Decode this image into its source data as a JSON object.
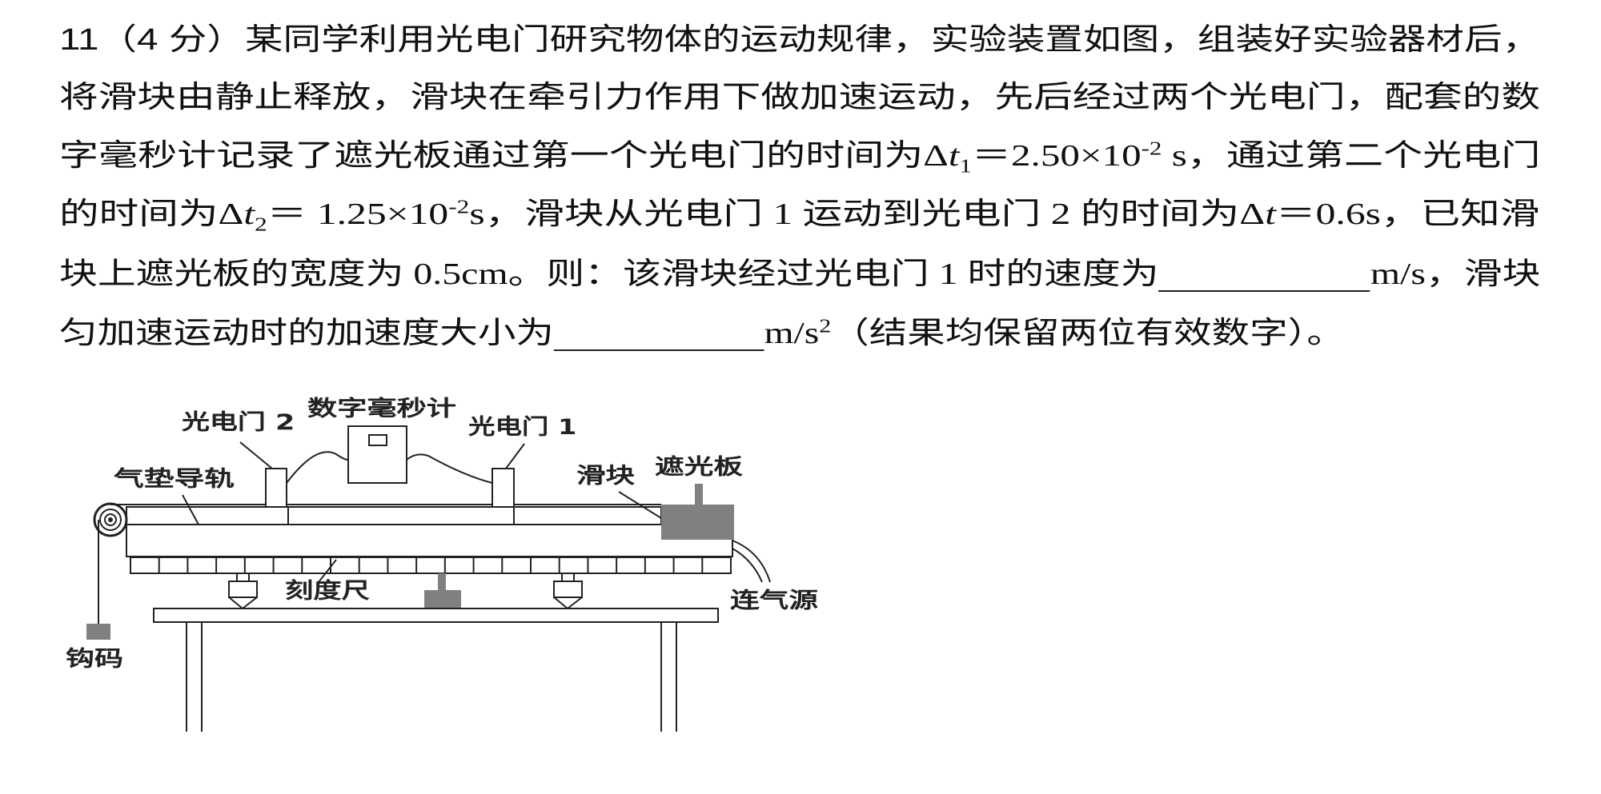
{
  "question": {
    "number": "11（4 分）",
    "line1": "某同学利用光电门研究物体的运动规律，实验装置如图，组装好实验器材后，",
    "line2": "将滑块由静止释放，滑块在牵引力作用下做加速运动，先后经过两个光电门，配套的数",
    "line3": {
      "a": "字毫秒计记录了遮光板通过第一个光电门的时间为Δ",
      "t": "t",
      "sub": "1",
      "b": "＝2.50×10",
      "sup": "-2",
      "c": " s，通过第二个光电门"
    },
    "line4": {
      "a": "的时间为Δ",
      "t": "t",
      "sub": "2",
      "b": "＝  1.25×10",
      "sup": "-2",
      "c": "s，滑块从光电门 1 运动到光电门 2 的时间为Δ",
      "t2": "t",
      "d": "＝0.6s，已知滑"
    },
    "line5": {
      "a": "块上遮光板的宽度为 0.5cm。则：该滑块经过光电门 1 时的速度为",
      "b": "m/s，滑块"
    },
    "line6": {
      "a": "匀加速运动时的加速度大小为",
      "b": "m/s",
      "sup": "2",
      "c": "（结果均保留两位有效数字）。"
    }
  },
  "diagram": {
    "labels": {
      "gate2": "光电门 2",
      "timer": "数字毫秒计",
      "gate1": "光电门 1",
      "rail": "气垫导轨",
      "slider": "滑块",
      "shade": "遮光板",
      "ruler": "刻度尺",
      "air": "连气源",
      "weight": "钩码"
    },
    "colors": {
      "dark_fill": "#808080",
      "line": "#222222"
    }
  }
}
